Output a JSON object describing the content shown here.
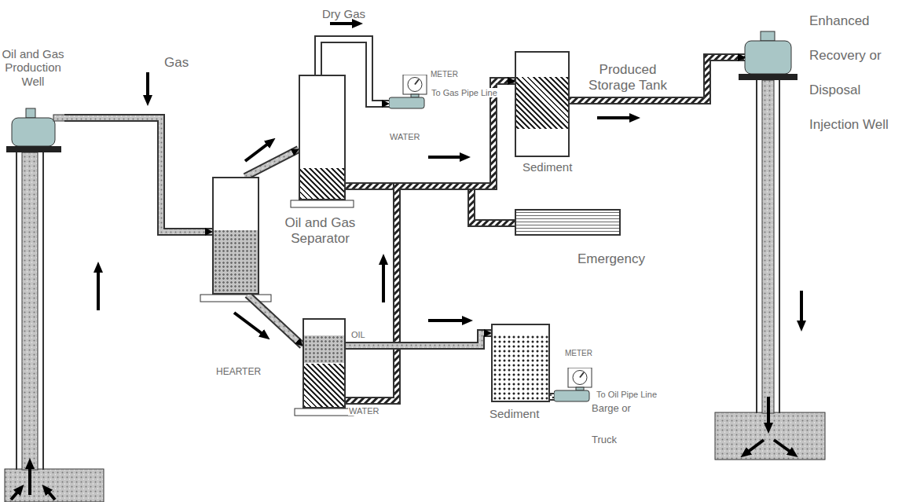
{
  "diagram": {
    "nodes": [
      {
        "text": [
          "Oil and Gas Production Well"
        ]
      },
      {
        "text": [
          "Dry Gas"
        ]
      },
      {
        "text": [
          "METER"
        ]
      },
      {
        "text": [
          "Produced Storage Tank",
          "Sediment"
        ]
      },
      {
        "text": [
          "Enhanced Recovery or Disposal Injection Well"
        ]
      },
      {
        "text": [
          "Oil and Gas Separator"
        ]
      },
      {
        "text": [
          "Emergency"
        ]
      },
      {
        "text": [
          "HEARTER"
        ]
      },
      {
        "text": [
          "Sediment"
        ]
      },
      {
        "text": [
          "METER"
        ]
      }
    ],
    "edges": [
      {
        "from": 0,
        "to": 5,
        "arrow": "to"
      },
      {
        "from": 5,
        "to": 1,
        "arrow": "to"
      },
      {
        "from": 1,
        "to": 2,
        "arrow": "to"
      },
      {
        "from": 1,
        "to": 3,
        "label": "WATER",
        "arrow": "to"
      },
      {
        "from": 1,
        "to": 6,
        "arrow": "none"
      },
      {
        "from": 3,
        "to": 4,
        "arrow": "to"
      },
      {
        "from": 5,
        "to": 7,
        "arrow": "to"
      },
      {
        "from": 7,
        "to": 3,
        "label": "WATER",
        "arrow": "to"
      },
      {
        "from": 7,
        "to": 8,
        "label": "OIL",
        "arrow": "to"
      },
      {
        "from": 8,
        "to": 9,
        "arrow": "none"
      }
    ],
    "labels": [
      "Gas",
      "To Gas Pipe Line",
      "To Oil Pipe Line",
      "Barge or",
      "Truck"
    ]
  }
}
